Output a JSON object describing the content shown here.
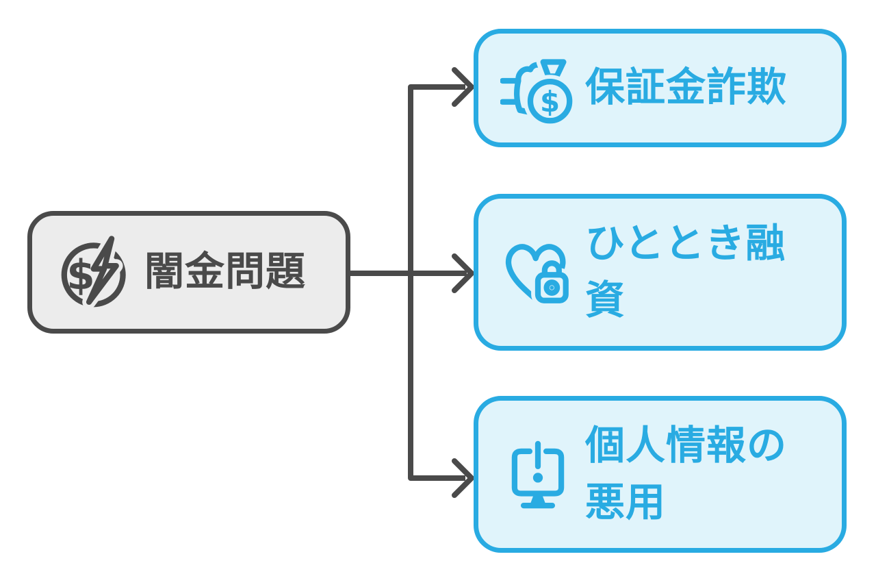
{
  "colors": {
    "accent": "#29abe2",
    "branch_fill": "#e0f4fb",
    "root_fill": "#ececec",
    "dark": "#4a4a4a",
    "connector": "#4a4a4a"
  },
  "root": {
    "label": "闇金問題",
    "icon": "dollar-lightning-icon"
  },
  "branches": [
    {
      "label": "保証金詐欺",
      "icon": "money-bag-hand-icon"
    },
    {
      "label": "ひととき融資",
      "icon": "heart-lock-icon"
    },
    {
      "label": "個人情報の悪用",
      "icon": "monitor-alert-icon"
    }
  ]
}
